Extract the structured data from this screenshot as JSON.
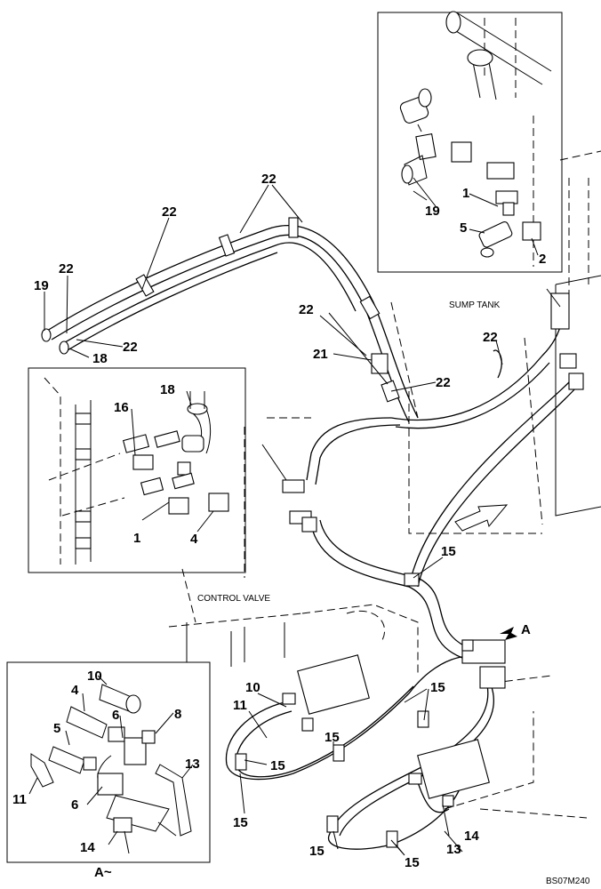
{
  "drawing": {
    "code": "BS07M240",
    "notes": {
      "sump_tank": "SUMP TANK",
      "control_valve": "CONTROL VALVE",
      "view_a": "A",
      "view_a_detail": "A~"
    },
    "labels": {
      "n1": "1",
      "n2": "2",
      "n4": "4",
      "n5": "5",
      "n6": "6",
      "n8": "8",
      "n10": "10",
      "n11": "11",
      "n13": "13",
      "n14": "14",
      "n15": "15",
      "n16": "16",
      "n18": "18",
      "n19": "19",
      "n21": "21",
      "n22": "22"
    }
  }
}
